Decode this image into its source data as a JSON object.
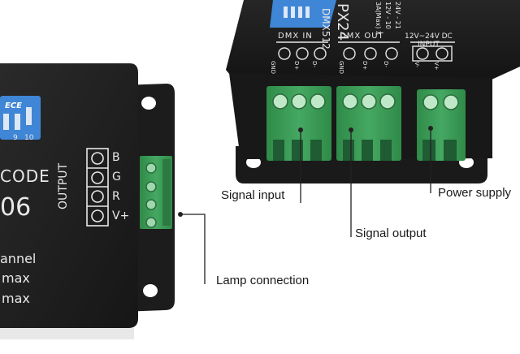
{
  "left_device": {
    "dip_brand": "ECE",
    "dip_numbers": [
      "9",
      "10"
    ],
    "model_partial": "CODE",
    "model_number_partial": "06",
    "output_label": "OUTPUT",
    "terminals": [
      "B",
      "G",
      "R",
      "V+"
    ],
    "spec_lines": [
      "annel",
      "max",
      "max"
    ]
  },
  "right_device": {
    "model_text": "DMX512",
    "model_code_partial": "PX24",
    "spec_partial": [
      "3A(Max) X",
      "12V - 10",
      "24V - 21"
    ],
    "dmx_in": {
      "label": "DMX IN",
      "pins": [
        "GND",
        "D+",
        "D-"
      ]
    },
    "dmx_out": {
      "label": "DMX OUT",
      "pins": [
        "GND",
        "D+",
        "D-"
      ]
    },
    "power": {
      "voltage": "12V~24V DC",
      "label": "INPUT",
      "pins": [
        "V-",
        "V+"
      ]
    }
  },
  "callouts": {
    "signal_input": "Signal input",
    "signal_output": "Signal output",
    "power_supply": "Power supply",
    "lamp_connection": "Lamp connection"
  },
  "colors": {
    "device_body": "#1f1f1f",
    "terminal_green": "#3a9a55",
    "dip_blue": "#3f86d6",
    "callout_line": "#222222"
  }
}
